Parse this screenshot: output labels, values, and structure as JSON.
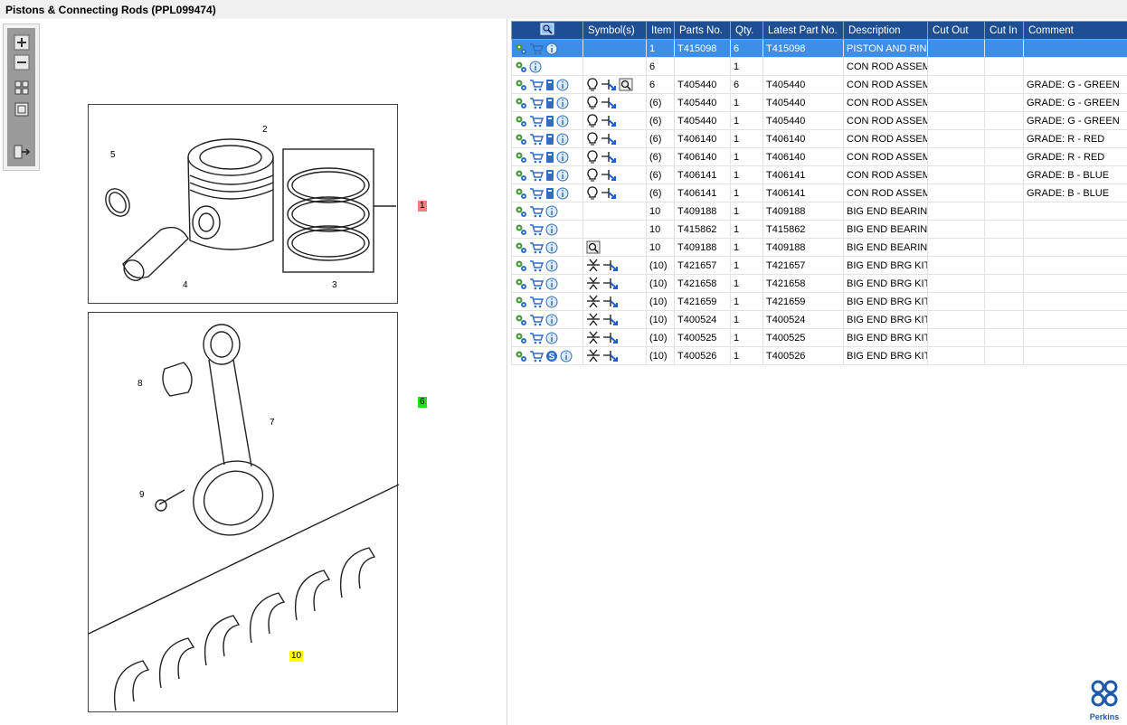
{
  "window": {
    "title": "Pistons & Connecting Rods (PPL099474)"
  },
  "toolbar": {
    "zoom_in": "zoom-in",
    "zoom_out": "zoom-out",
    "fit_all": "fit-all",
    "fit_window": "fit-window",
    "export": "export"
  },
  "diagram": {
    "callouts": [
      "1",
      "2",
      "3",
      "4",
      "5",
      "6",
      "7",
      "8",
      "9",
      "10"
    ],
    "flag_1": "1",
    "flag_6": "6",
    "flag_10": "10",
    "flag_colors": {
      "1": "#f08080",
      "6": "#22dd22",
      "10": "#ffff00"
    }
  },
  "table": {
    "columns": [
      "",
      "Symbol(s)",
      "Item",
      "Parts No.",
      "Qty.",
      "Latest Part No.",
      "Description",
      "Cut Out",
      "Cut In",
      "Comment"
    ],
    "rows": [
      {
        "icons": [
          "gear",
          "cart",
          "info"
        ],
        "symbols": [],
        "item": "1",
        "part_no": "T415098",
        "qty": "6",
        "latest": "T415098",
        "desc": "PISTON AND RING",
        "cut_out": "",
        "cut_in": "",
        "comment": "",
        "selected": true
      },
      {
        "icons": [
          "gear",
          "info"
        ],
        "symbols": [],
        "item": "6",
        "part_no": "",
        "qty": "1",
        "latest": "",
        "desc": "CON ROD ASSEM",
        "cut_out": "",
        "cut_in": "",
        "comment": ""
      },
      {
        "icons": [
          "gear",
          "cart",
          "book",
          "info"
        ],
        "symbols": [
          "lightbulb",
          "arrow",
          "magnifier"
        ],
        "item": "6",
        "part_no": "T405440",
        "qty": "6",
        "latest": "T405440",
        "desc": "CON ROD ASSEM",
        "cut_out": "",
        "cut_in": "",
        "comment": "GRADE: G - GREEN"
      },
      {
        "icons": [
          "gear",
          "cart",
          "book",
          "info"
        ],
        "symbols": [
          "lightbulb",
          "arrow"
        ],
        "item": "(6)",
        "part_no": "T405440",
        "qty": "1",
        "latest": "T405440",
        "desc": "CON ROD ASSEM",
        "cut_out": "",
        "cut_in": "",
        "comment": "GRADE: G - GREEN"
      },
      {
        "icons": [
          "gear",
          "cart",
          "book",
          "info"
        ],
        "symbols": [
          "lightbulb",
          "arrow"
        ],
        "item": "(6)",
        "part_no": "T405440",
        "qty": "1",
        "latest": "T405440",
        "desc": "CON ROD ASSEM",
        "cut_out": "",
        "cut_in": "",
        "comment": "GRADE: G - GREEN"
      },
      {
        "icons": [
          "gear",
          "cart",
          "book",
          "info"
        ],
        "symbols": [
          "lightbulb",
          "arrow"
        ],
        "item": "(6)",
        "part_no": "T406140",
        "qty": "1",
        "latest": "T406140",
        "desc": "CON ROD ASSEM",
        "cut_out": "",
        "cut_in": "",
        "comment": "GRADE: R - RED"
      },
      {
        "icons": [
          "gear",
          "cart",
          "book",
          "info"
        ],
        "symbols": [
          "lightbulb",
          "arrow"
        ],
        "item": "(6)",
        "part_no": "T406140",
        "qty": "1",
        "latest": "T406140",
        "desc": "CON ROD ASSEM",
        "cut_out": "",
        "cut_in": "",
        "comment": "GRADE: R - RED"
      },
      {
        "icons": [
          "gear",
          "cart",
          "book",
          "info"
        ],
        "symbols": [
          "lightbulb",
          "arrow"
        ],
        "item": "(6)",
        "part_no": "T406141",
        "qty": "1",
        "latest": "T406141",
        "desc": "CON ROD ASSEM",
        "cut_out": "",
        "cut_in": "",
        "comment": "GRADE: B - BLUE"
      },
      {
        "icons": [
          "gear",
          "cart",
          "book",
          "info"
        ],
        "symbols": [
          "lightbulb",
          "arrow"
        ],
        "item": "(6)",
        "part_no": "T406141",
        "qty": "1",
        "latest": "T406141",
        "desc": "CON ROD ASSEM",
        "cut_out": "",
        "cut_in": "",
        "comment": "GRADE: B - BLUE"
      },
      {
        "icons": [
          "gear",
          "cart",
          "info"
        ],
        "symbols": [],
        "item": "10",
        "part_no": "T409188",
        "qty": "1",
        "latest": "T409188",
        "desc": "BIG END BEARING",
        "cut_out": "",
        "cut_in": "",
        "comment": ""
      },
      {
        "icons": [
          "gear",
          "cart",
          "info"
        ],
        "symbols": [],
        "item": "10",
        "part_no": "T415862",
        "qty": "1",
        "latest": "T415862",
        "desc": "BIG END BEARING",
        "cut_out": "",
        "cut_in": "",
        "comment": ""
      },
      {
        "icons": [
          "gear",
          "cart",
          "info"
        ],
        "symbols": [
          "magnifier"
        ],
        "item": "10",
        "part_no": "T409188",
        "qty": "1",
        "latest": "T409188",
        "desc": "BIG END BEARING",
        "cut_out": "",
        "cut_in": "",
        "comment": ""
      },
      {
        "icons": [
          "gear",
          "cart",
          "info"
        ],
        "symbols": [
          "split",
          "arrow"
        ],
        "item": "(10)",
        "part_no": "T421657",
        "qty": "1",
        "latest": "T421657",
        "desc": "BIG END BRG KIT -",
        "cut_out": "",
        "cut_in": "",
        "comment": ""
      },
      {
        "icons": [
          "gear",
          "cart",
          "info"
        ],
        "symbols": [
          "split",
          "arrow"
        ],
        "item": "(10)",
        "part_no": "T421658",
        "qty": "1",
        "latest": "T421658",
        "desc": "BIG END BRG KIT -",
        "cut_out": "",
        "cut_in": "",
        "comment": ""
      },
      {
        "icons": [
          "gear",
          "cart",
          "info"
        ],
        "symbols": [
          "split",
          "arrow"
        ],
        "item": "(10)",
        "part_no": "T421659",
        "qty": "1",
        "latest": "T421659",
        "desc": "BIG END BRG KIT -",
        "cut_out": "",
        "cut_in": "",
        "comment": ""
      },
      {
        "icons": [
          "gear",
          "cart",
          "info"
        ],
        "symbols": [
          "split",
          "arrow"
        ],
        "item": "(10)",
        "part_no": "T400524",
        "qty": "1",
        "latest": "T400524",
        "desc": "BIG END BRG KIT -",
        "cut_out": "",
        "cut_in": "",
        "comment": ""
      },
      {
        "icons": [
          "gear",
          "cart",
          "info"
        ],
        "symbols": [
          "split",
          "arrow"
        ],
        "item": "(10)",
        "part_no": "T400525",
        "qty": "1",
        "latest": "T400525",
        "desc": "BIG END BRG KIT -",
        "cut_out": "",
        "cut_in": "",
        "comment": ""
      },
      {
        "icons": [
          "gear",
          "cart",
          "s",
          "info"
        ],
        "symbols": [
          "split",
          "arrow"
        ],
        "item": "(10)",
        "part_no": "T400526",
        "qty": "1",
        "latest": "T400526",
        "desc": "BIG END BRG KIT -",
        "cut_out": "",
        "cut_in": "",
        "comment": ""
      }
    ]
  },
  "brand": {
    "name": "Perkins",
    "color": "#1e5aa8"
  },
  "colors": {
    "header_bg": "#1e4f92",
    "selected_row": "#3d8ee8"
  }
}
